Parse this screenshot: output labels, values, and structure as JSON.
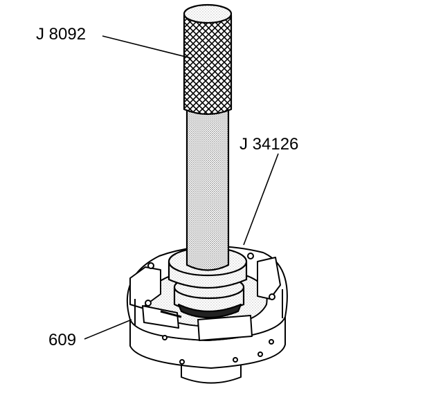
{
  "callouts": {
    "tool_driver": "J 8092",
    "tool_installer": "J 34126",
    "part": "609"
  }
}
